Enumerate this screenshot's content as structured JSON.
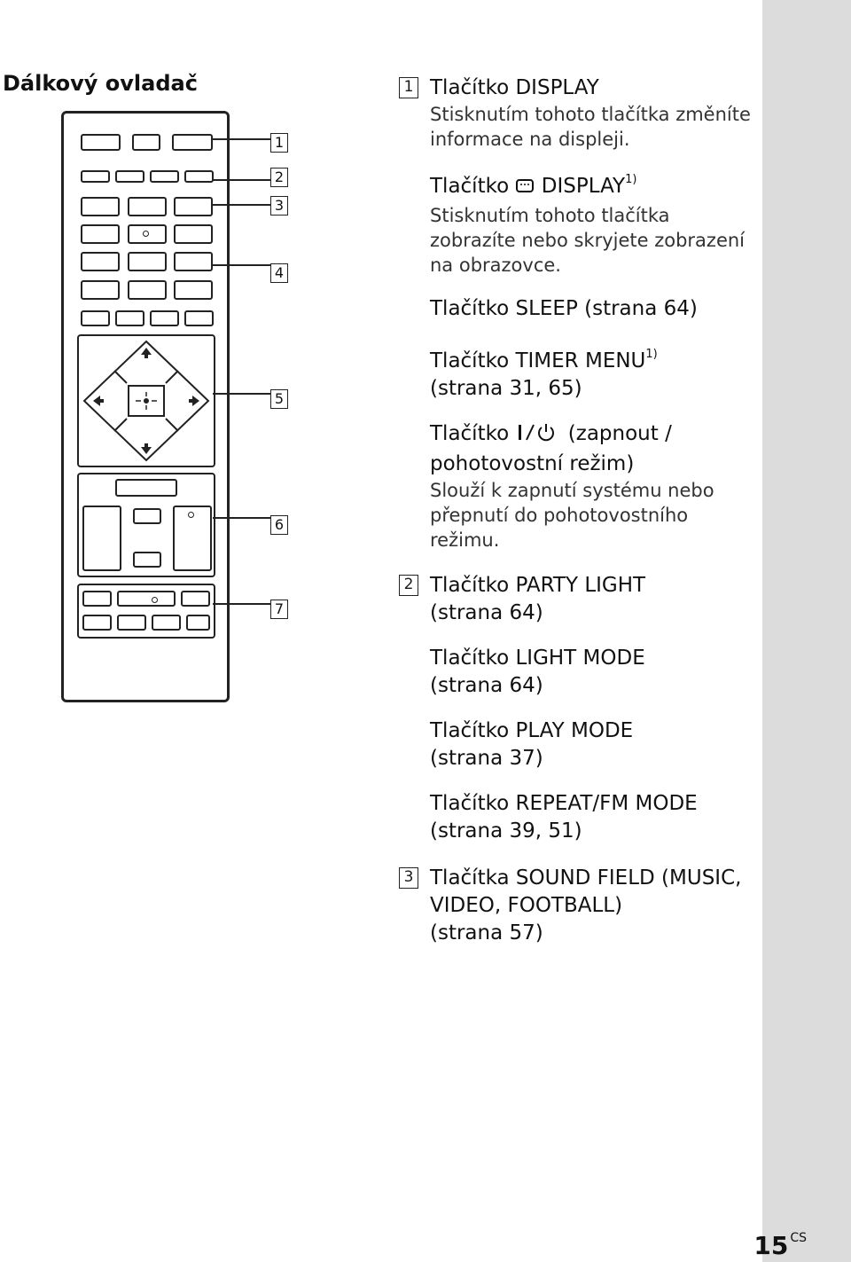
{
  "page": {
    "section_title": "Dálkový ovladač",
    "page_number": "15",
    "page_suffix": "CS"
  },
  "remote_callouts": [
    "1",
    "2",
    "3",
    "4",
    "5",
    "6",
    "7"
  ],
  "descriptions": [
    {
      "marker": "1",
      "entries": [
        {
          "head": "Tlačítko DISPLAY",
          "body": "Stisknutím tohoto tlačítka změníte informace na displeji."
        },
        {
          "head_prefix": "Tlačítko",
          "icon": "screen-display-icon",
          "head_suffix": "DISPLAY",
          "sup": "1)",
          "body": "Stisknutím tohoto tlačítka zobrazíte nebo skryjete zobrazení na obrazovce."
        },
        {
          "head": "Tlačítko SLEEP (strana 64)"
        },
        {
          "head": "Tlačítko TIMER MENU",
          "sup": "1)",
          "head2": "(strana 31, 65)"
        },
        {
          "head_prefix": "Tlačítko",
          "icon": "power-standby-icon",
          "head_suffix": "(zapnout /",
          "head2": "pohotovostní režim)",
          "body": "Slouží k zapnutí systému nebo přepnutí do pohotovostního režimu."
        }
      ]
    },
    {
      "marker": "2",
      "entries": [
        {
          "head": "Tlačítko PARTY LIGHT",
          "head2": "(strana 64)"
        },
        {
          "head": "Tlačítko LIGHT MODE",
          "head2": "(strana 64)"
        },
        {
          "head": "Tlačítko PLAY MODE",
          "head2": "(strana 37)"
        },
        {
          "head": "Tlačítko REPEAT/FM MODE",
          "head2": "(strana 39, 51)"
        }
      ]
    },
    {
      "marker": "3",
      "entries": [
        {
          "head": "Tlačítka SOUND FIELD (MUSIC,",
          "head2": "VIDEO, FOOTBALL)",
          "head3": "(strana 57)"
        }
      ]
    }
  ]
}
